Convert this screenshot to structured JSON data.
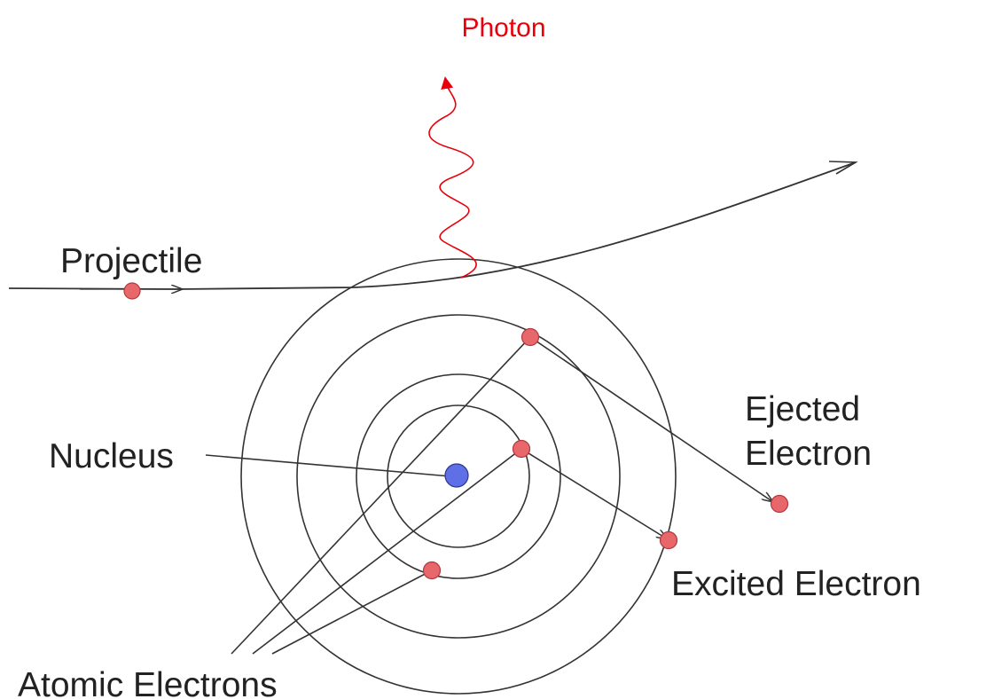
{
  "labels": {
    "photon": "Photon",
    "projectile": "Projectile",
    "nucleus": "Nucleus",
    "ejected_line1": "Ejected",
    "ejected_line2": "Electron",
    "excited": "Excited Electron",
    "atomic": "Atomic Electrons"
  },
  "colors": {
    "photon": "#e8000b",
    "line": "#333333",
    "electron_fill": "#e8676b",
    "electron_stroke": "#b03a3f",
    "nucleus_fill": "#5f6fe6",
    "nucleus_stroke": "#2a3590",
    "label_text": "#222222"
  }
}
